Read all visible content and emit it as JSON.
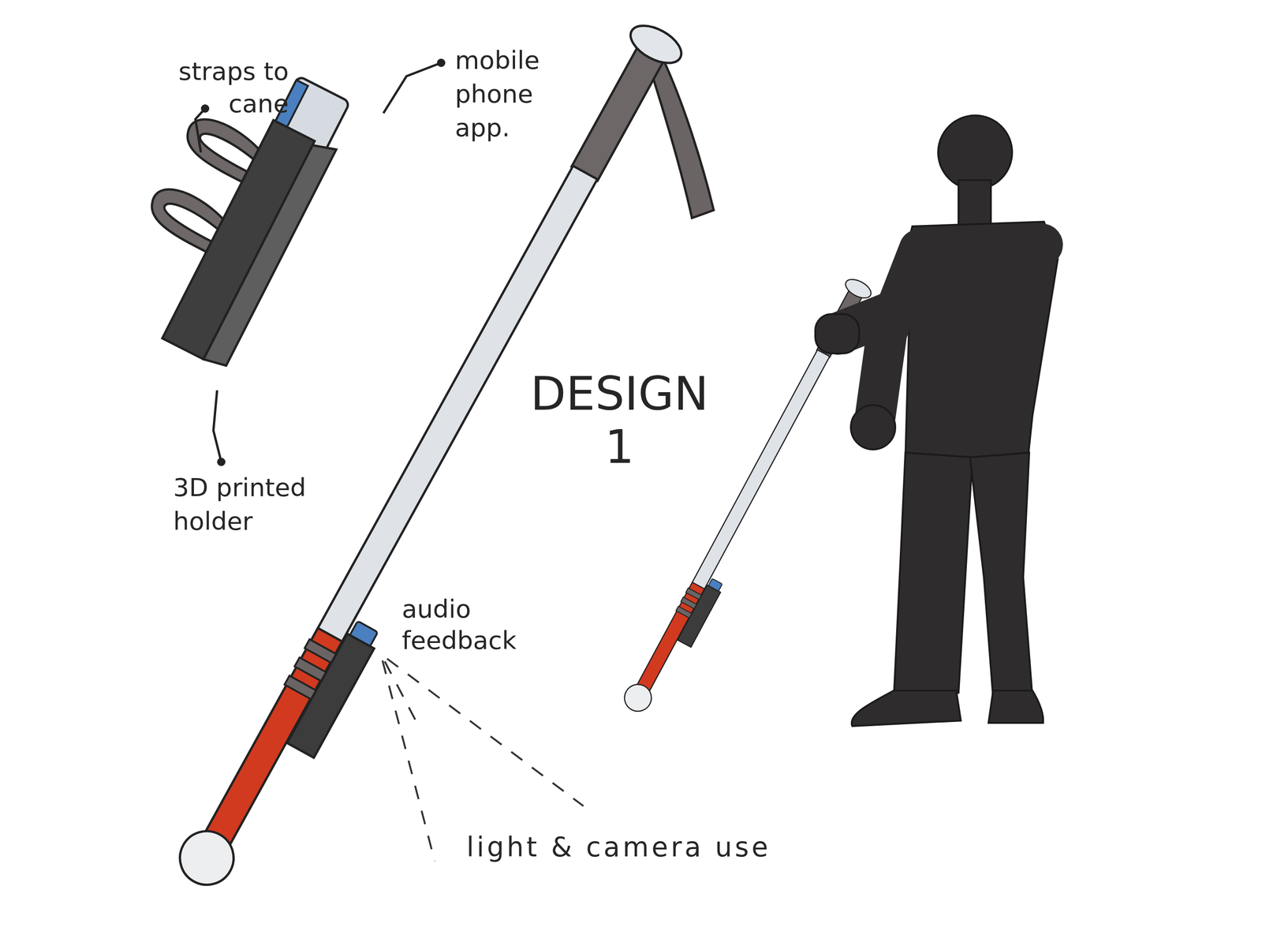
{
  "diagram": {
    "title": "DESIGN 1",
    "labels": [
      "straps to cane",
      "mobile phone app.",
      "3D printed holder",
      "audio feedback",
      "light & camera use"
    ]
  }
}
